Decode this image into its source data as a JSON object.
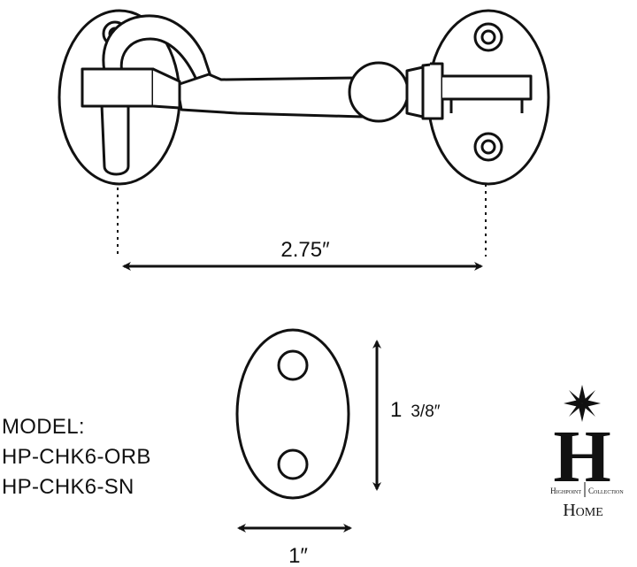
{
  "dimensions": {
    "length": "2.75″",
    "height_whole": "1",
    "height_fraction": "3/8″",
    "width": "1″"
  },
  "model": {
    "label": "MODEL:",
    "codes": [
      "HP-CHK6-ORB",
      "HP-CHK6-SN"
    ]
  },
  "logo": {
    "brand_left": "Highpoint",
    "brand_right": "Collection",
    "word": "Home",
    "letter": "H",
    "icon": "star-burst-icon"
  }
}
